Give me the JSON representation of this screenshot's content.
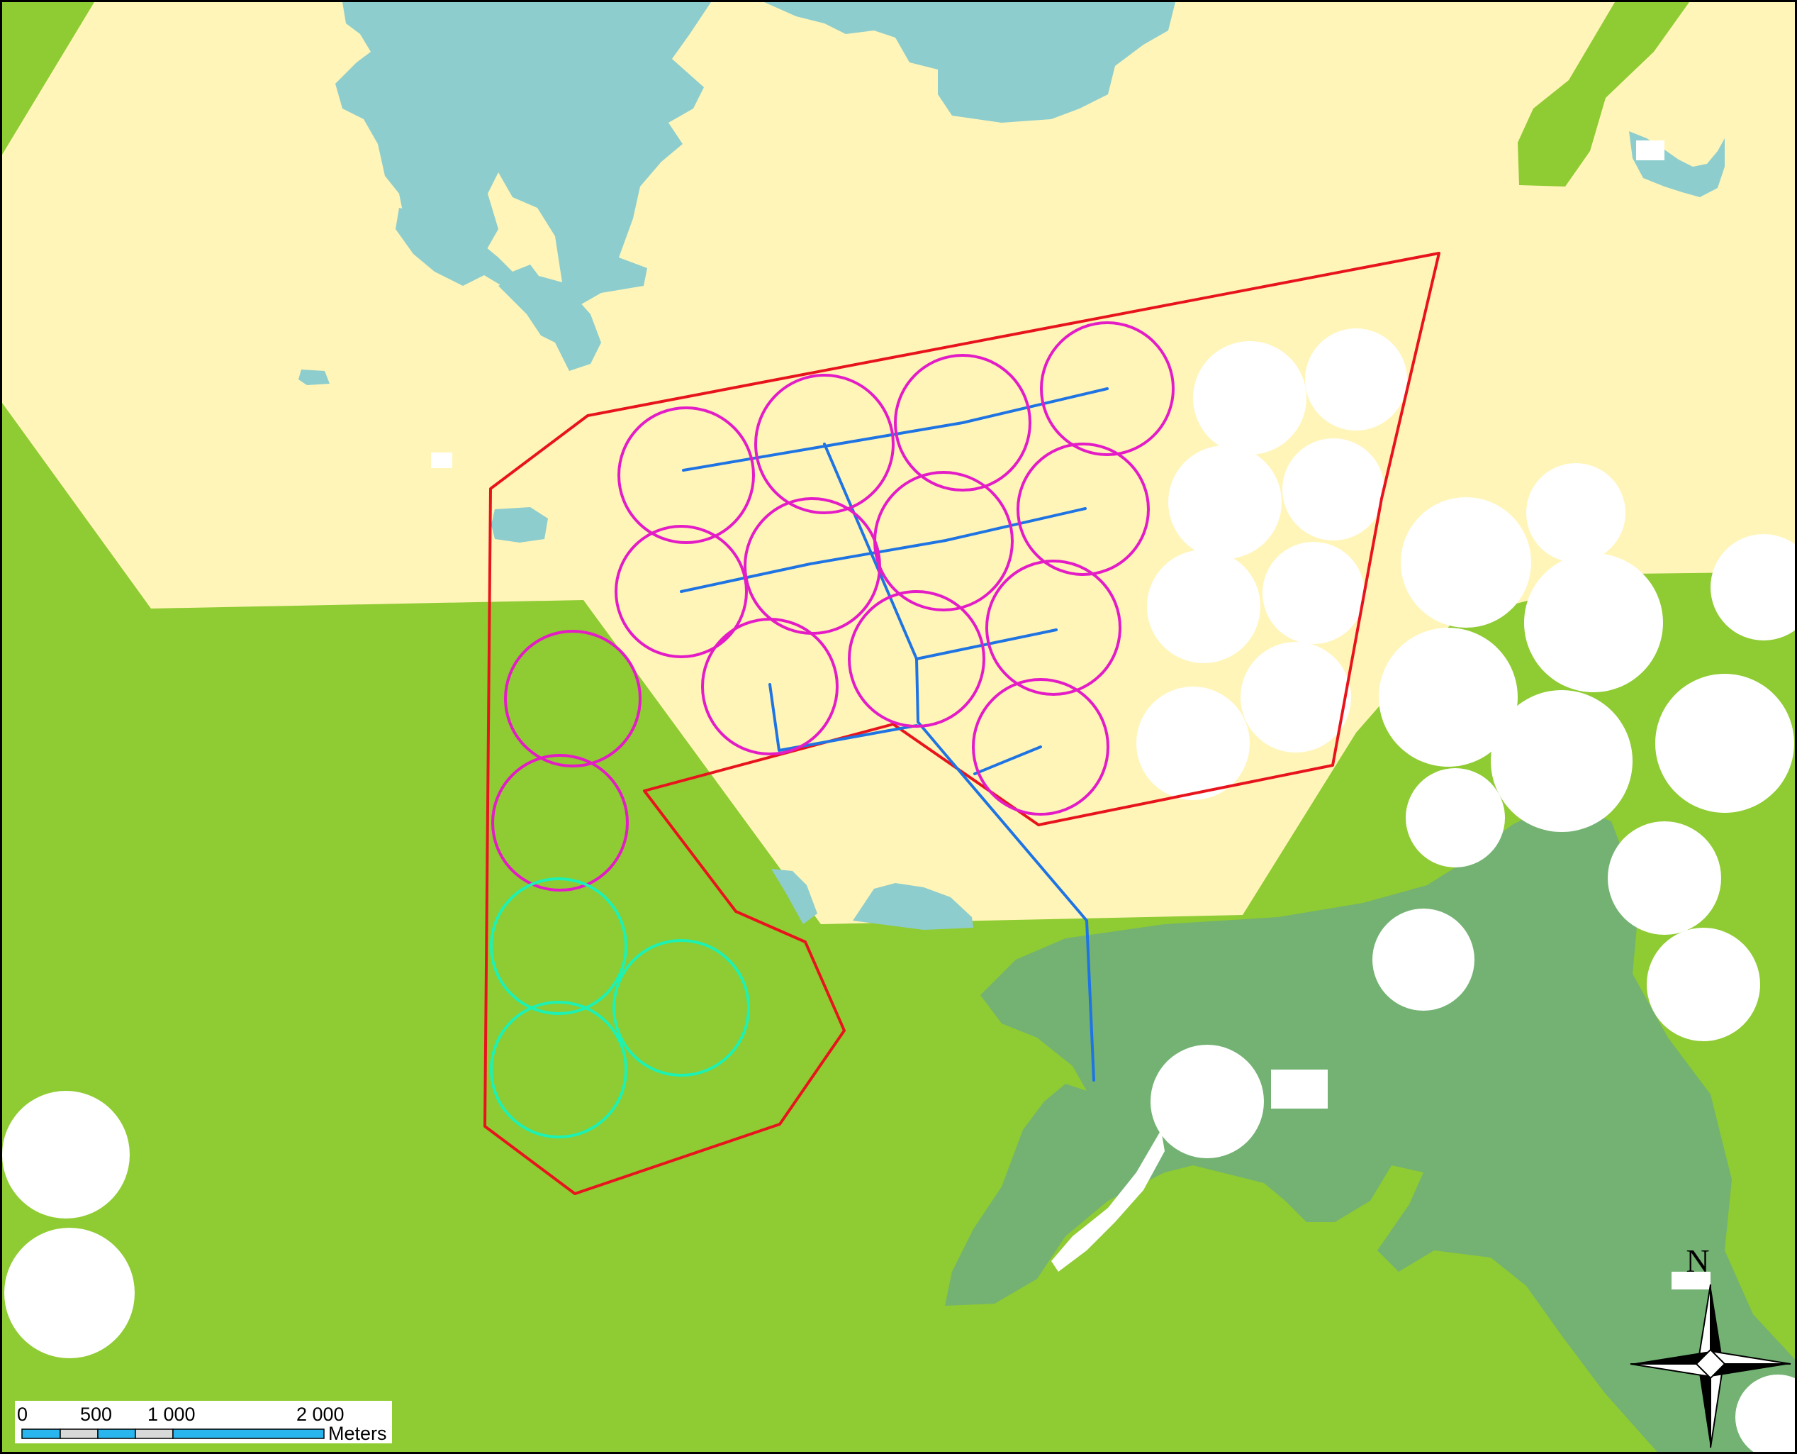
{
  "map": {
    "colors": {
      "open_land": "#fff5b9",
      "forest": "#8fcb32",
      "wetland_forest": "#73b273",
      "water": "#8ecdcd",
      "clearing": "#ffffff",
      "boundary": "#e8141d",
      "cable": "#1f74e3",
      "turbine_planned": "#e31cc6",
      "turbine_alternative": "#1cf2b3"
    },
    "scale_bar": {
      "tick_labels": [
        "0",
        "500",
        "1 000",
        "2 000"
      ],
      "unit": "Meters"
    },
    "north_arrow": {
      "label": "N"
    }
  }
}
